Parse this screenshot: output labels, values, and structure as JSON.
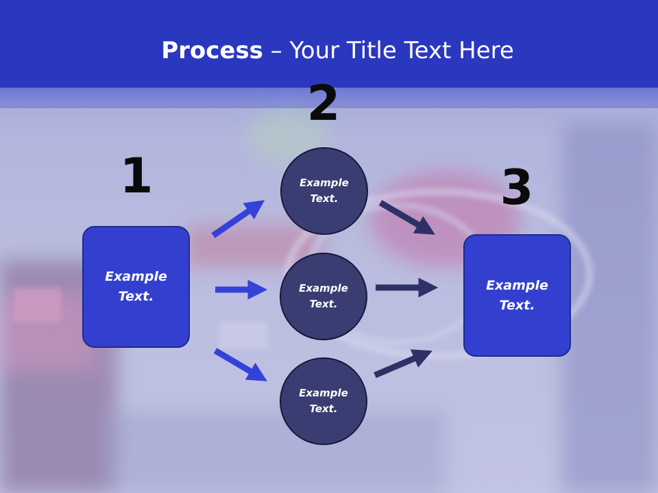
{
  "title": {
    "bold": "Process",
    "rest": " – Your Title Text Here"
  },
  "steps": {
    "one": "1",
    "two": "2",
    "three": "3"
  },
  "left_box": {
    "text": "Example\nText."
  },
  "right_box": {
    "text": "Example\nText."
  },
  "circles": [
    {
      "text": "Example\nText."
    },
    {
      "text": "Example\nText."
    },
    {
      "text": "Example\nText."
    }
  ],
  "colors": {
    "header_blue": "#2433b8",
    "box_blue": "#3340cf",
    "circle_navy": "#3a3d72",
    "arrow_blue": "#3442d8",
    "arrow_navy": "#2e3166"
  }
}
